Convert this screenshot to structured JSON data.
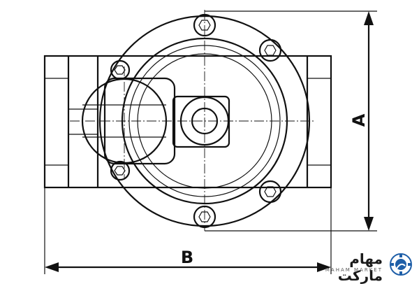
{
  "diagram": {
    "dimension_a_label": "A",
    "dimension_b_label": "B",
    "line_color": "#111111",
    "background": "#ffffff"
  },
  "logo": {
    "word_fa": "مهام مارکت",
    "subtitle": "MAHAM MARKET",
    "brand_color": "#1f5fa8",
    "icon": "gear-hand-logo-icon"
  }
}
